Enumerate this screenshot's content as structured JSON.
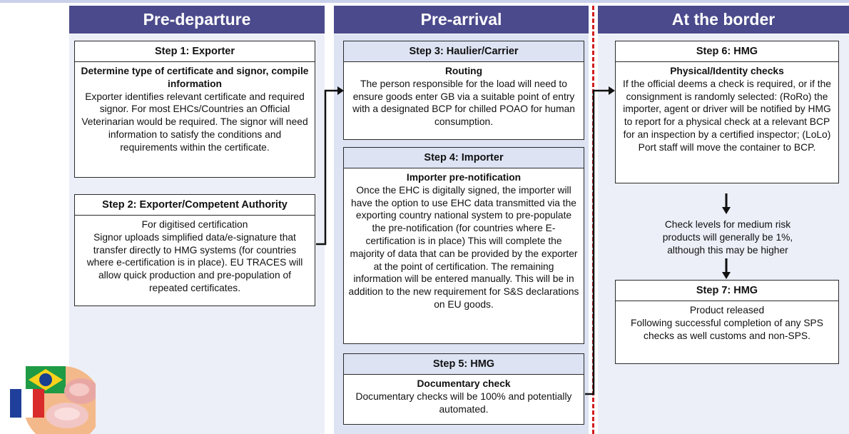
{
  "columns": {
    "pre_departure": "Pre-departure",
    "pre_arrival": "Pre-arrival",
    "at_border": "At the border"
  },
  "steps": {
    "step1": {
      "title": "Step 1: Exporter",
      "heading": "Determine type of certificate and signor, compile information",
      "text": "Exporter identifies relevant certificate and required signor. For most EHCs/Countries an Official Veterinarian would be required. The signor will need information to satisfy the conditions and requirements within the certificate."
    },
    "step2": {
      "title": "Step 2: Exporter/Competent Authority",
      "heading": "For digitised certification",
      "text": "Signor uploads simplified data/e-signature that transfer directly to HMG systems (for countries where e-certification is in place). EU TRACES will allow quick production and pre-population of repeated certificates."
    },
    "step3": {
      "title": "Step 3: Haulier/Carrier",
      "heading": "Routing",
      "text": "The person responsible for the load will need to ensure goods enter GB via a suitable point of entry with a designated BCP for chilled POAO for human consumption."
    },
    "step4": {
      "title": "Step 4: Importer",
      "heading": "Importer pre-notification",
      "text": "Once the EHC is digitally signed, the importer will have the option to use EHC data transmitted via the exporting country national system to pre-populate the pre-notification (for countries where E-certification is in place) This will complete the majority of data that can be provided by the exporter at the point of certification. The remaining information will be entered manually. This will be in addition to the new requirement for S&S declarations on EU goods."
    },
    "step5": {
      "title": "Step 5: HMG",
      "heading": "Documentary check",
      "text": "Documentary checks will be 100% and potentially  automated."
    },
    "step6": {
      "title": "Step 6: HMG",
      "heading": "Physical/Identity checks",
      "text": "If the official deems a check is required, or if the consignment is randomly selected: (RoRo) the importer, agent or driver will be notified by HMG to report for a physical check at a relevant BCP for an inspection by a certified inspector; (LoLo) Port staff will move the container to BCP."
    },
    "check_levels": "Check levels for medium risk products will generally be 1%, although this may be higher",
    "step7": {
      "title": "Step 7: HMG",
      "heading": "Product released",
      "text": "Following successful completion of any SPS checks as well customs and non-SPS."
    }
  },
  "colors": {
    "header": "#4b4a8c",
    "col_bg_pre_departure": "#eceff7",
    "col_bg_pre_arrival": "#dde3f3",
    "col_bg_border": "#eceff7",
    "divider": "#d11d1d"
  },
  "icons": [
    "flag-brazil-icon",
    "flag-france-icon",
    "meat-icon"
  ]
}
